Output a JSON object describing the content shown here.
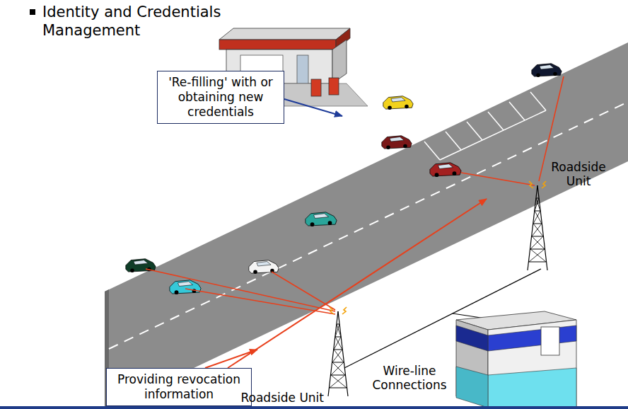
{
  "diagram": {
    "title": "Identity and Credentials Management",
    "nodes": [
      {
        "text": [
          "'Re-filling' with or obtaining new credentials"
        ]
      },
      {
        "text": [
          "Providing revocation information"
        ]
      }
    ],
    "labels": [
      "Roadside Unit",
      "Wire-line Connections",
      "Roadside Unit"
    ]
  }
}
